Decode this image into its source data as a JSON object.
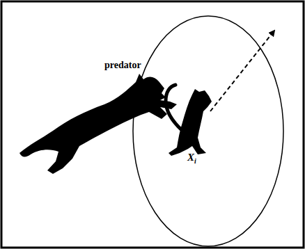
{
  "diagram": {
    "nodes": [
      {
        "text": [
          "X",
          "i"
        ]
      }
    ],
    "labels": [
      "predator"
    ]
  }
}
